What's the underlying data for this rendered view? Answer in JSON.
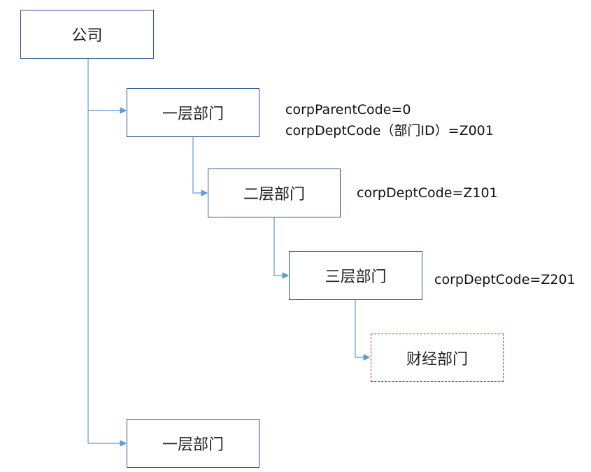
{
  "nodes": {
    "company": "公司",
    "level1_a": "一层部门",
    "level2": "二层部门",
    "level3": "三层部门",
    "finance": "财经部门",
    "level1_b": "一层部门"
  },
  "annotations": {
    "level1_parent": "corpParentCode=0",
    "level1_dept": "corpDeptCode（部门ID）=Z001",
    "level2_dept": "corpDeptCode=Z101",
    "level3_dept": "corpDeptCode=Z201"
  },
  "colors": {
    "node_border": "#2e5597",
    "connector": "#5b9bd5",
    "highlight_border": "#e02020"
  }
}
